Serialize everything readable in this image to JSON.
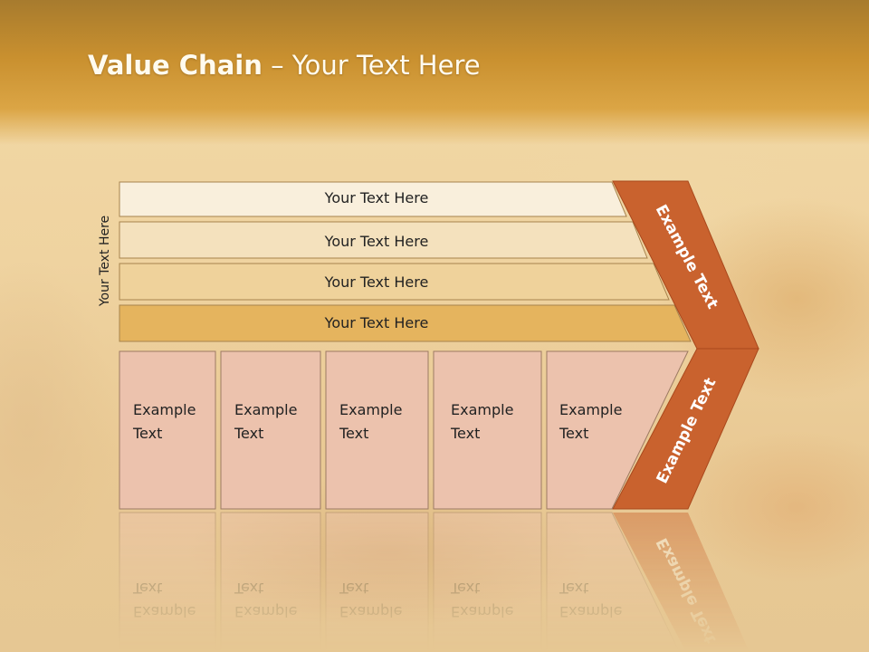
{
  "title": {
    "bold": "Value Chain",
    "rest": " – Your Text Here"
  },
  "side_label": "Your Text Here",
  "rows": [
    {
      "label": "Your Text Here",
      "color": "#f9efdc"
    },
    {
      "label": "Your Text Here",
      "color": "#f4e1bd"
    },
    {
      "label": "Your Text Here",
      "color": "#efd29b"
    },
    {
      "label": "Your Text Here",
      "color": "#e5b45e"
    }
  ],
  "boxes": [
    {
      "line1": "Example",
      "line2": "Text"
    },
    {
      "line1": "Example",
      "line2": "Text"
    },
    {
      "line1": "Example",
      "line2": "Text"
    },
    {
      "line1": "Example",
      "line2": "Text"
    },
    {
      "line1": "Example",
      "line2": "Text"
    }
  ],
  "chevron": {
    "top_label": "Example Text",
    "bottom_label": "Example Text"
  },
  "colors": {
    "accent": "#c9622e",
    "box_fill": "#ecc2ad",
    "header": "#c9902f"
  }
}
